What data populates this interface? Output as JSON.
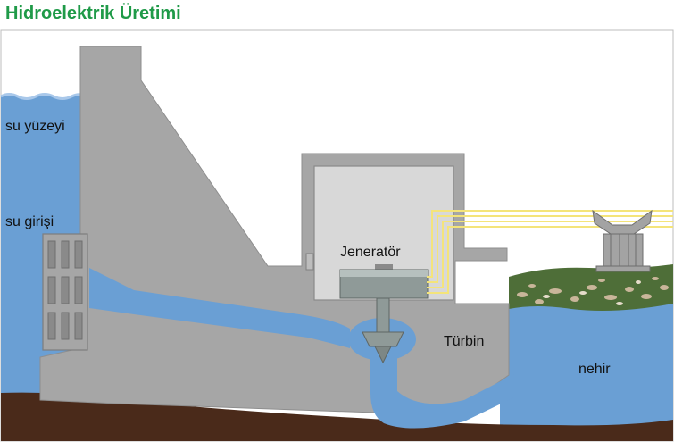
{
  "title": "Hidroelektrik Üretimi",
  "labels": {
    "water_surface": "su yüzeyi",
    "water_intake": "su girişi",
    "generator": "Jeneratör",
    "turbine": "Türbin",
    "river": "nehir"
  },
  "colors": {
    "title": "#1f9a48",
    "water": "#6a9fd4",
    "concrete": "#a6a6a6",
    "ground": "#4a2a1a",
    "power_lines": "#f4e47a",
    "generator_room": "#d8d8d8"
  }
}
